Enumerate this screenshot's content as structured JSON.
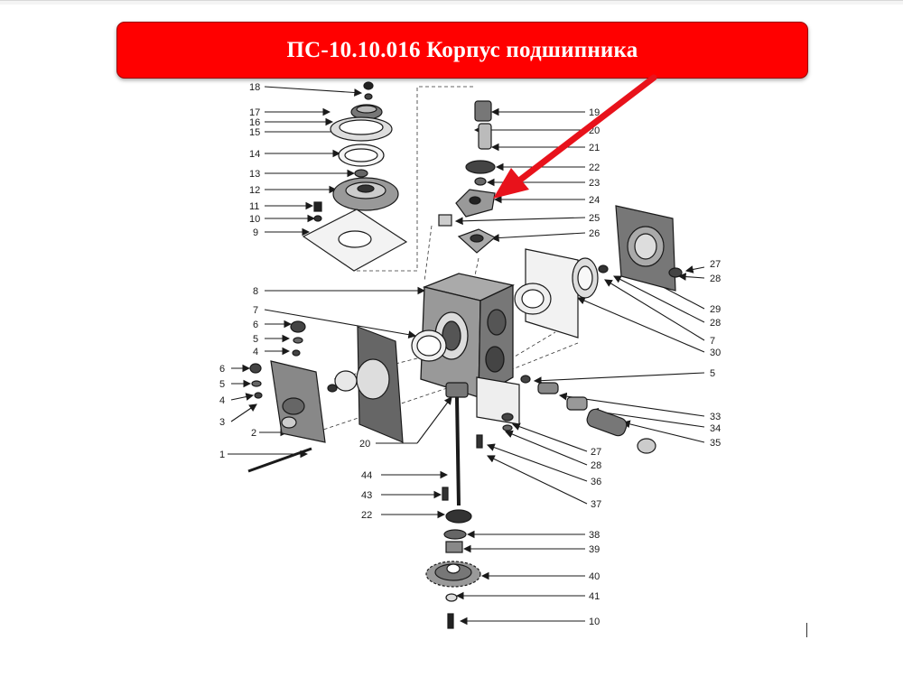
{
  "title": "ПС-10.10.016 Корпус подшипника",
  "colors": {
    "banner": "#ff0000",
    "banner_text": "#ffffff",
    "arrow": "#e8121b",
    "ink": "#1a1a1a"
  },
  "labels": {
    "l1": "1",
    "l2": "2",
    "l3": "3",
    "l4a": "4",
    "l4b": "4",
    "l5a": "5",
    "l5b": "5",
    "l5c": "5",
    "l6a": "6",
    "l6b": "6",
    "l7a": "7",
    "l7b": "7",
    "l8": "8",
    "l9": "9",
    "l10a": "10",
    "l10b": "10",
    "l11": "11",
    "l12": "12",
    "l13": "13",
    "l14": "14",
    "l15": "15",
    "l16": "16",
    "l17": "17",
    "l18": "18",
    "l19": "19",
    "l20a": "20",
    "l20b": "20",
    "l21": "21",
    "l22a": "22",
    "l22b": "22",
    "l23": "23",
    "l24": "24",
    "l25": "25",
    "l26": "26",
    "l27a": "27",
    "l27b": "27",
    "l28a": "28",
    "l28b": "28",
    "l28c": "28",
    "l29": "29",
    "l30": "30",
    "l33": "33",
    "l34": "34",
    "l35": "35",
    "l36": "36",
    "l37": "37",
    "l38": "38",
    "l39": "39",
    "l40": "40",
    "l41": "41",
    "l43": "43",
    "l44": "44"
  }
}
